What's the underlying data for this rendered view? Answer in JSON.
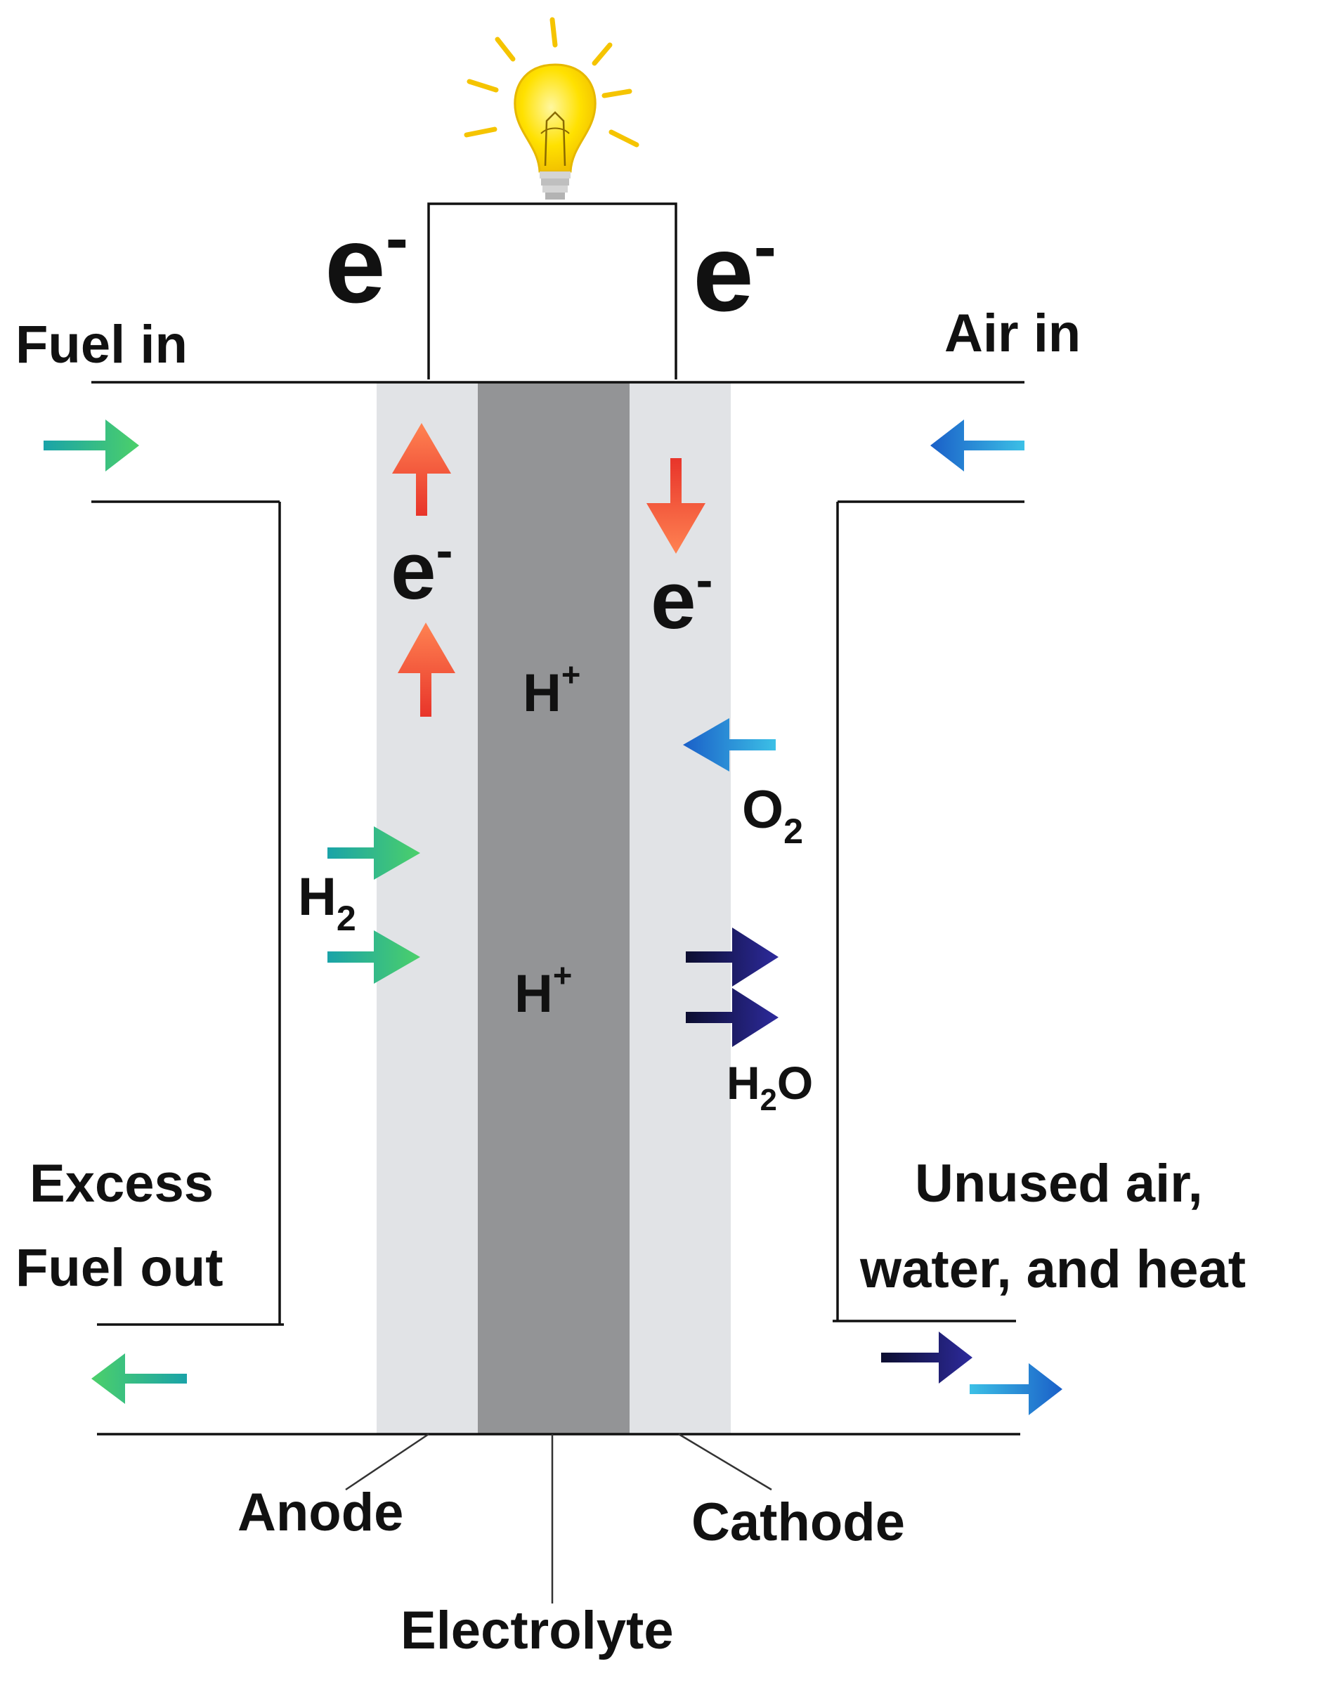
{
  "labels": {
    "fuel_in": "Fuel in",
    "air_in": "Air in",
    "excess_line1": "Excess",
    "excess_line2": "Fuel out",
    "unused_line1": "Unused air,",
    "unused_line2": "water, and heat",
    "anode": "Anode",
    "cathode": "Cathode",
    "electrolyte": "Electrolyte"
  },
  "species": {
    "electron": {
      "base": "e",
      "sup": "-"
    },
    "proton": {
      "base": "H",
      "sup": "+"
    },
    "hydrogen": {
      "base": "H",
      "sub": "2"
    },
    "oxygen": {
      "base": "O",
      "sub": "2"
    },
    "water": {
      "base": "H",
      "sub": "2",
      "tail": "O"
    }
  },
  "icons": {
    "bulb": "lightbulb-icon",
    "flow_arrow": "arrow-icon"
  },
  "colors": {
    "electrode": "#e1e3e6",
    "electrolyte": "#939496",
    "electron_arrow": "#ff6b3d",
    "hydrogen_arrow": "#3ec26a",
    "oxygen_arrow": "#1f6fd1",
    "water_arrow": "#24207a",
    "bulb": "#ffe100"
  }
}
